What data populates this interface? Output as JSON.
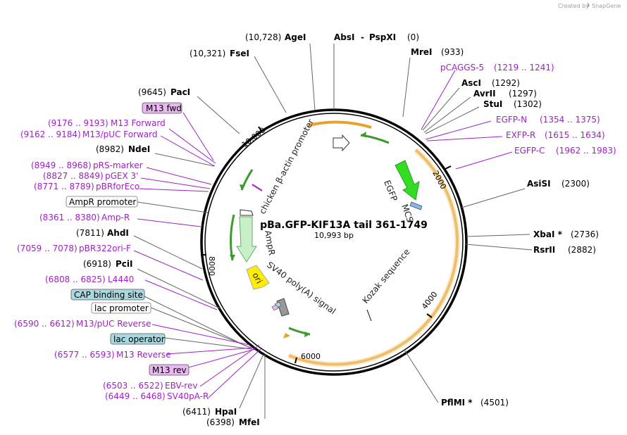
{
  "plasmid": {
    "name": "pBa.GFP-KIF13A tail 361-1749",
    "length": "10,993 bp"
  },
  "branding": {
    "created_by": "Created by",
    "brand": "SnapGene"
  },
  "ticks": [
    "2000",
    "4000",
    "6000",
    "8000",
    "10,000"
  ],
  "restriction_sites": [
    {
      "name": "AbsI",
      "pos": "",
      "sep": "-"
    },
    {
      "name": "PspXI",
      "pos": "(0)"
    },
    {
      "name": "AgeI",
      "pos": "(10,728)"
    },
    {
      "name": "FseI",
      "pos": "(10,321)"
    },
    {
      "name": "PacI",
      "pos": "(9645)"
    },
    {
      "name": "NdeI",
      "pos": "(8982)"
    },
    {
      "name": "AhdI",
      "pos": "(7811)"
    },
    {
      "name": "PciI",
      "pos": "(6918)"
    },
    {
      "name": "HpaI",
      "pos": "(6411)"
    },
    {
      "name": "MfeI",
      "pos": "(6398)"
    },
    {
      "name": "MreI",
      "pos": "(933)"
    },
    {
      "name": "AscI",
      "pos": "(1292)"
    },
    {
      "name": "AvrII",
      "pos": "(1297)"
    },
    {
      "name": "StuI",
      "pos": "(1302)"
    },
    {
      "name": "AsiSI",
      "pos": "(2300)"
    },
    {
      "name": "XbaI *",
      "pos": "(2736)"
    },
    {
      "name": "RsrII",
      "pos": "(2882)"
    },
    {
      "name": "PflMI *",
      "pos": "(4501)"
    }
  ],
  "primers": [
    {
      "name": "pCAGGS-5",
      "range": "(1219 .. 1241)"
    },
    {
      "name": "EGFP-N",
      "range": "(1354 .. 1375)"
    },
    {
      "name": "EXFP-R",
      "range": "(1615 .. 1634)"
    },
    {
      "name": "EGFP-C",
      "range": "(1962 .. 1983)"
    },
    {
      "name": "M13 Forward",
      "range": "(9176 .. 9193)"
    },
    {
      "name": "M13/pUC Forward",
      "range": "(9162 .. 9184)"
    },
    {
      "name": "pRS-marker",
      "range": "(8949 .. 8968)"
    },
    {
      "name": "pGEX 3'",
      "range": "(8827 .. 8849)"
    },
    {
      "name": "pBRforEco",
      "range": "(8771 .. 8789)"
    },
    {
      "name": "Amp-R",
      "range": "(8361 .. 8380)"
    },
    {
      "name": "pBR322ori-F",
      "range": "(7059 .. 7078)"
    },
    {
      "name": "L4440",
      "range": "(6808 .. 6825)"
    },
    {
      "name": "M13/pUC Reverse",
      "range": "(6590 .. 6612)"
    },
    {
      "name": "M13 Reverse",
      "range": "(6577 .. 6593)"
    },
    {
      "name": "EBV-rev",
      "range": "(6503 .. 6522)"
    },
    {
      "name": "SV40pA-R",
      "range": "(6449 .. 6468)"
    }
  ],
  "boxed_labels": [
    "M13 fwd",
    "AmpR promoter",
    "CAP binding site",
    "lac promoter",
    "lac operator",
    "M13 rev"
  ],
  "features": [
    "chicken β-actin promoter",
    "EGFP",
    "MCS",
    "AmpR",
    "ori",
    "SV40 poly(A) signal",
    "Kozak sequence"
  ],
  "colors": {
    "primer": "#a020c8",
    "egfp": "#33dd22",
    "ampr": "#c8f0c8",
    "ori": "#ffee00",
    "orange_arc": "#e8a030",
    "green_arrow": "#3a9a2a",
    "cap_box": "#a8d8e0",
    "m13_box": "#e8b8f0"
  }
}
